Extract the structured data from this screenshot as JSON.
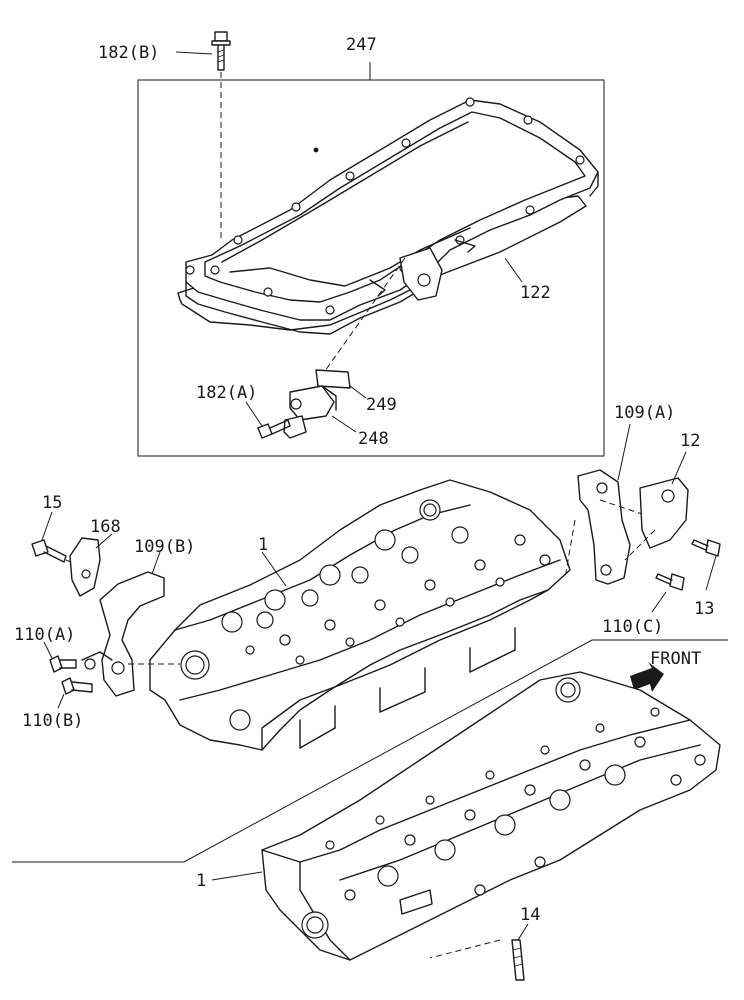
{
  "callouts": {
    "c182b": "182(B)",
    "c247": "247",
    "c122": "122",
    "c182a": "182(A)",
    "c249": "249",
    "c248": "248",
    "c109a": "109(A)",
    "c12": "12",
    "c15": "15",
    "c168": "168",
    "c109b": "109(B)",
    "c1_upper": "1",
    "c110a": "110(A)",
    "c110b": "110(B)",
    "c110c": "110(C)",
    "c13": "13",
    "front": "FRONT",
    "c1_lower": "1",
    "c14": "14"
  },
  "icons": {
    "front_arrow": "front-arrow-icon"
  }
}
